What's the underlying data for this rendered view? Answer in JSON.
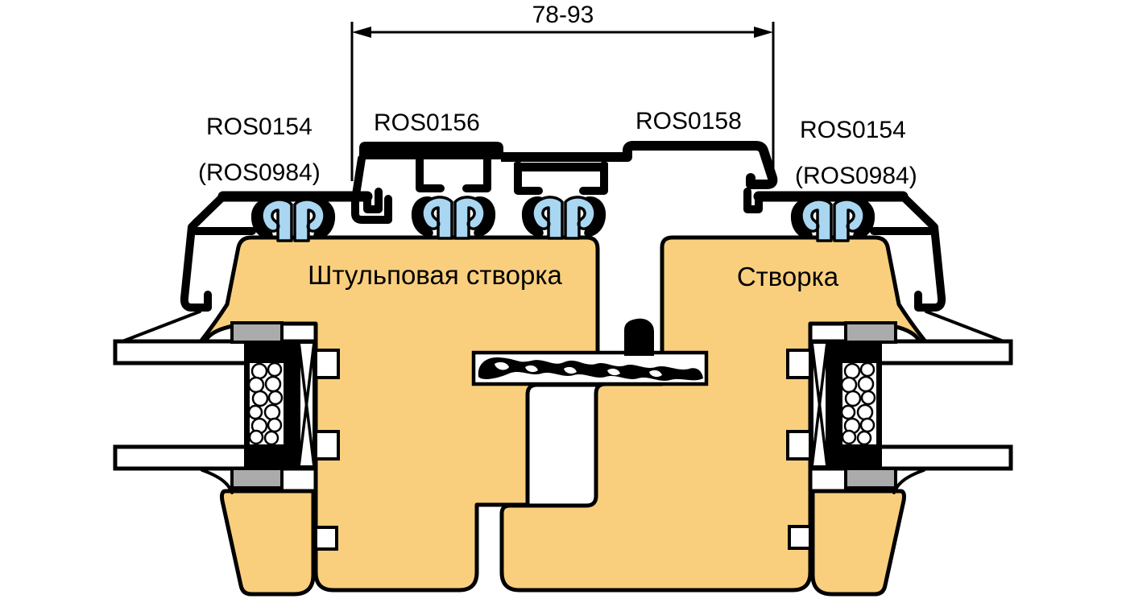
{
  "diagram": {
    "title": "window-mullion-cross-section",
    "dimension": {
      "label": "78-93"
    },
    "profiles": {
      "left": {
        "line1": "ROS0154",
        "line2": "(ROS0984)"
      },
      "center_left": {
        "line1": "ROS0156"
      },
      "center_right": {
        "line1": "ROS0158"
      },
      "right": {
        "line1": "ROS0154",
        "line2": "(ROS0984)"
      }
    },
    "sashes": {
      "left": {
        "label": "Штульповая створка"
      },
      "right": {
        "label": "Створка"
      }
    },
    "colors": {
      "wood": "#F9CF7E",
      "gasket_blue": "#A9D6F1",
      "seal_grey": "#ABABAB",
      "line": "#000000",
      "background": "#FFFFFF"
    }
  }
}
